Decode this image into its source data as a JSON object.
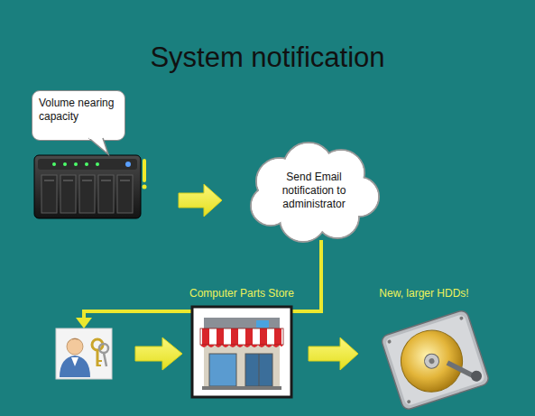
{
  "diagram": {
    "title": "System notification",
    "nodes": [
      {
        "text": [
          "Volume nearing capacity"
        ]
      },
      {
        "text": [
          "Send Email notification to administrator"
        ]
      },
      {
        "text": [
          "Computer Parts Store"
        ]
      },
      {
        "text": [
          "New, larger HDDs!"
        ]
      }
    ],
    "edges": [
      {
        "from": 2,
        "to": 3,
        "arrow": "to"
      }
    ]
  }
}
